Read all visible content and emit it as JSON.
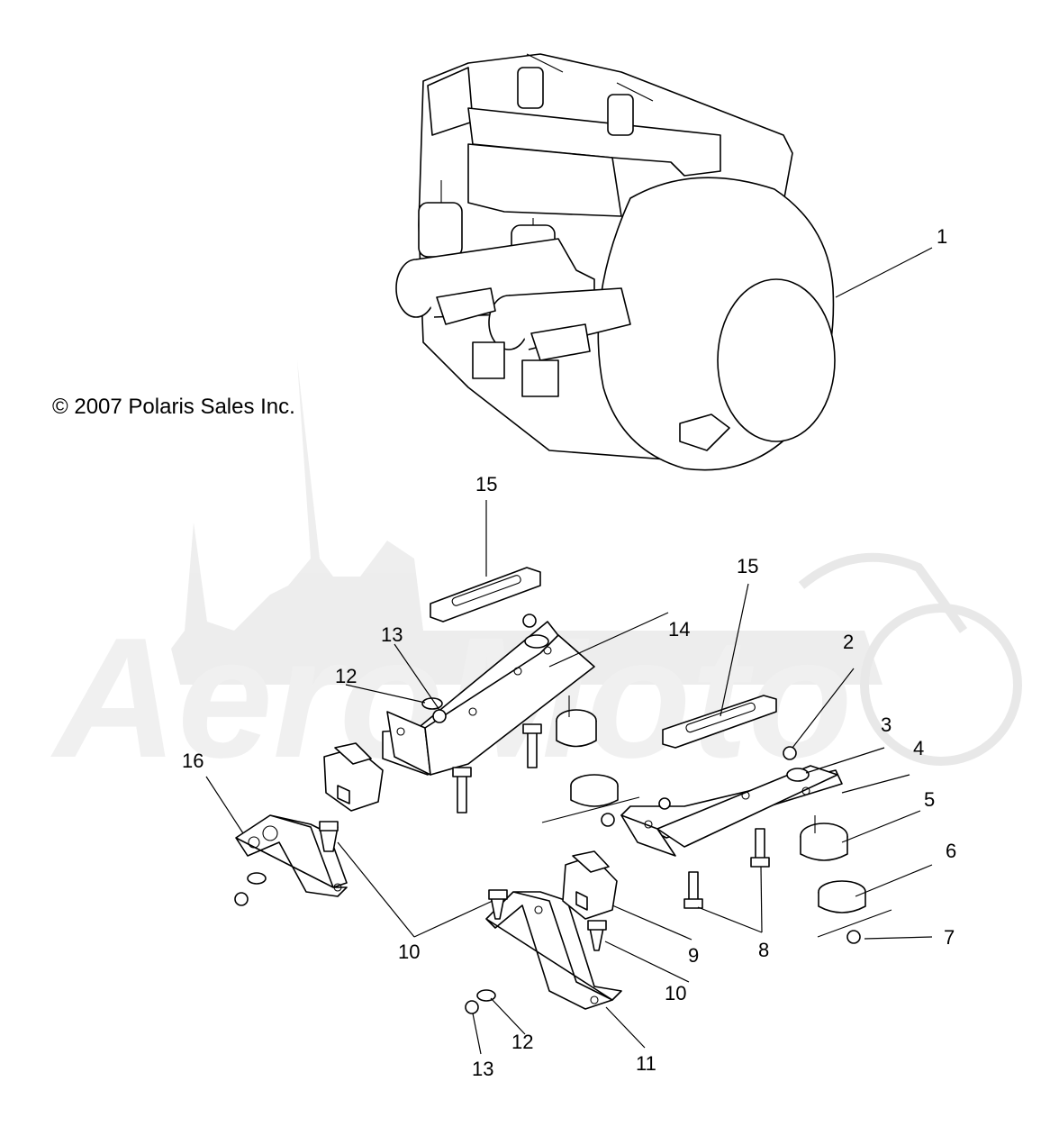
{
  "copyright": "© 2007 Polaris Sales Inc.",
  "callouts": [
    "1",
    "2",
    "3",
    "4",
    "5",
    "6",
    "7",
    "8",
    "9",
    "10",
    "10",
    "11",
    "12",
    "12",
    "13",
    "13",
    "14",
    "15",
    "15",
    "16"
  ]
}
